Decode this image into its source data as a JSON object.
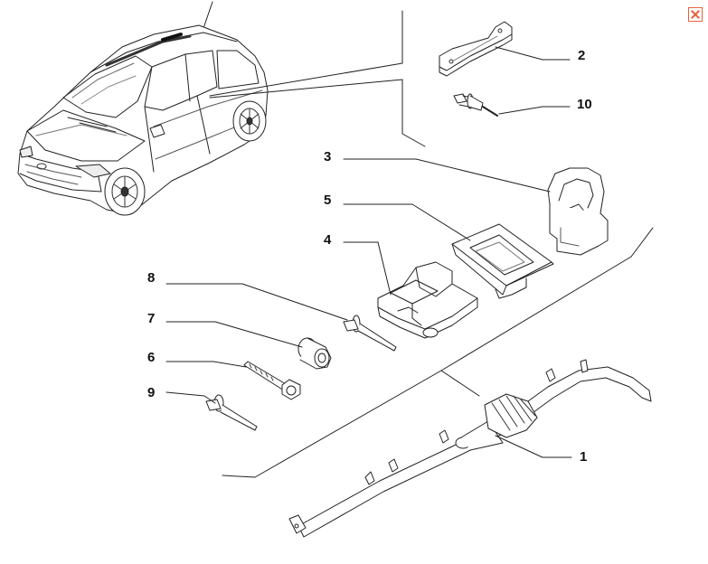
{
  "diagram": {
    "callouts": [
      {
        "id": "1",
        "label": "1"
      },
      {
        "id": "2",
        "label": "2"
      },
      {
        "id": "3",
        "label": "3"
      },
      {
        "id": "4",
        "label": "4"
      },
      {
        "id": "5",
        "label": "5"
      },
      {
        "id": "6",
        "label": "6"
      },
      {
        "id": "7",
        "label": "7"
      },
      {
        "id": "8",
        "label": "8"
      },
      {
        "id": "9",
        "label": "9"
      },
      {
        "id": "10",
        "label": "10"
      }
    ]
  },
  "window": {
    "close_icon": "close-icon",
    "close_color": "#e8623c"
  }
}
